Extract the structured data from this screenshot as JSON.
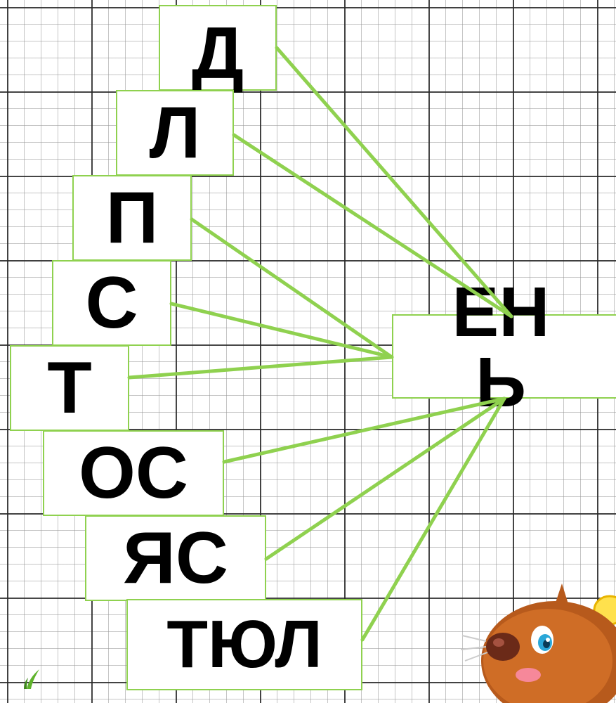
{
  "left_cards": [
    {
      "id": "card-d",
      "text": "Д"
    },
    {
      "id": "card-l",
      "text": "Л"
    },
    {
      "id": "card-p",
      "text": "П"
    },
    {
      "id": "card-s",
      "text": "С"
    },
    {
      "id": "card-t",
      "text": "Т"
    },
    {
      "id": "card-os",
      "text": "ОС"
    },
    {
      "id": "card-yas",
      "text": "ЯС"
    },
    {
      "id": "card-tyul",
      "text": "ТЮЛ"
    }
  ],
  "ending_card": {
    "text": "ЕНЬ"
  },
  "colors": {
    "line": "#8fd14f",
    "card_border": "#8fd14f",
    "text": "#000000",
    "grid": "#333333"
  },
  "icons": {
    "mascot": "mole-character-icon",
    "sprout": "green-sprout-icon"
  }
}
